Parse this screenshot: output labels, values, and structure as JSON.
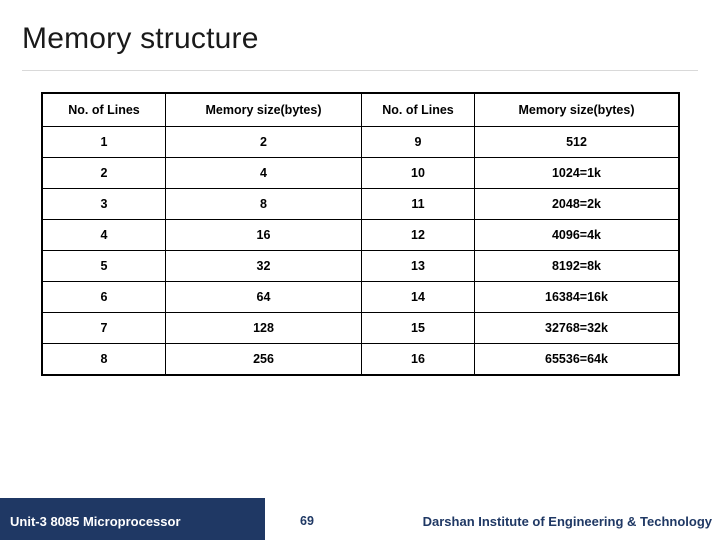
{
  "slide": {
    "title": "Memory structure",
    "table": {
      "headers": [
        "No. of Lines",
        "Memory size(bytes)",
        "No. of Lines",
        "Memory size(bytes)"
      ],
      "rows": [
        [
          "1",
          "2",
          "9",
          "512"
        ],
        [
          "2",
          "4",
          "10",
          "1024=1k"
        ],
        [
          "3",
          "8",
          "11",
          "2048=2k"
        ],
        [
          "4",
          "16",
          "12",
          "4096=4k"
        ],
        [
          "5",
          "32",
          "13",
          "8192=8k"
        ],
        [
          "6",
          "64",
          "14",
          "16384=16k"
        ],
        [
          "7",
          "128",
          "15",
          "32768=32k"
        ],
        [
          "8",
          "256",
          "16",
          "65536=64k"
        ]
      ]
    },
    "footer": {
      "left": "Unit-3 8085 Microprocessor",
      "page": "69",
      "right": "Darshan Institute of Engineering & Technology",
      "bar_color": "#1f3864",
      "text_color": "#1f3864"
    }
  }
}
